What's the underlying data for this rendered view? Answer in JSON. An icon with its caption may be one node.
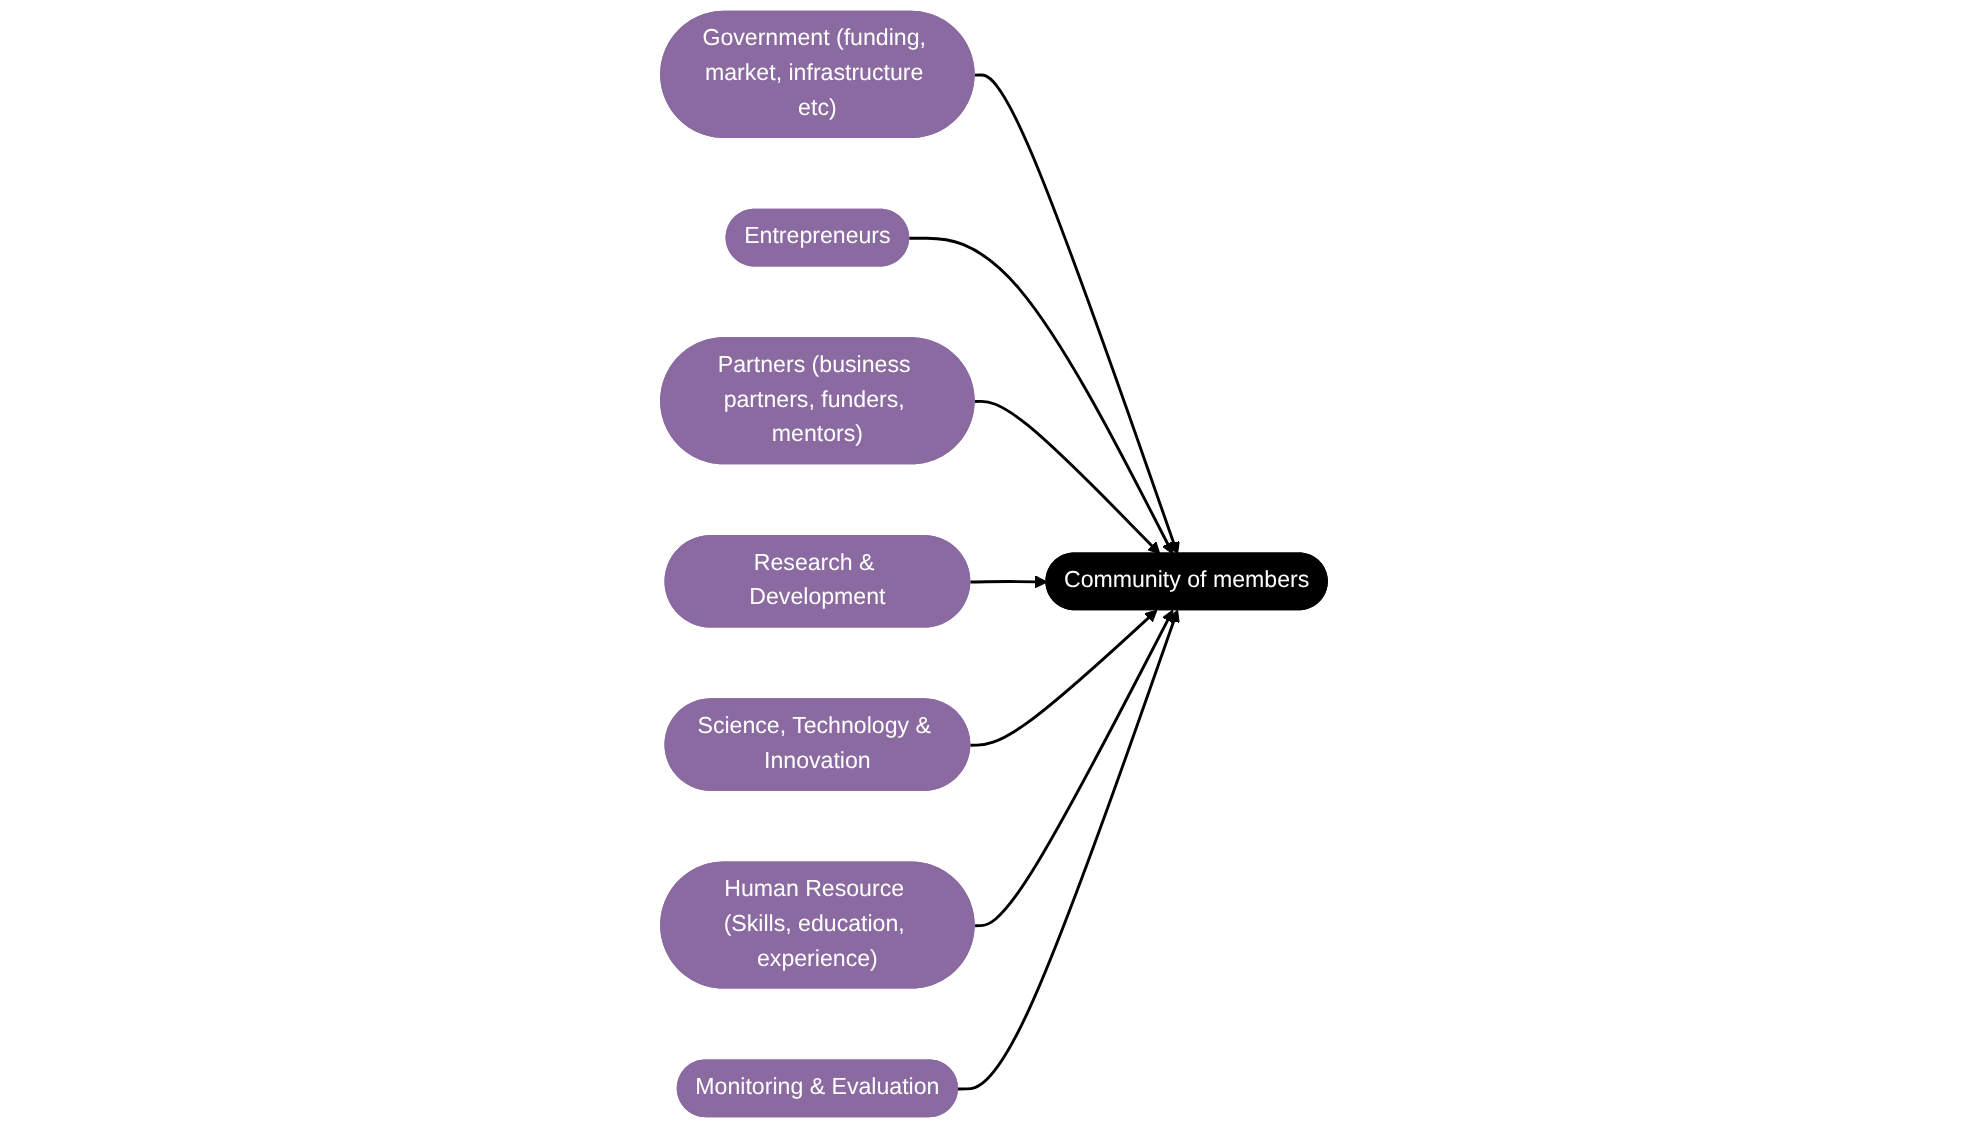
{
  "diagram": {
    "nodes": [
      {
        "text": [
          "Government (funding, market, infrastructure etc)"
        ]
      },
      {
        "text": [
          "Entrepreneurs"
        ]
      },
      {
        "text": [
          "Partners (business partners, funders, mentors)"
        ]
      },
      {
        "text": [
          "Community of members"
        ]
      },
      {
        "text": [
          "Research & Development"
        ]
      },
      {
        "text": [
          "Science, Technology & Innovation"
        ]
      },
      {
        "text": [
          "Human Resource (Skills, education, experience)"
        ]
      },
      {
        "text": [
          "Monitoring & Evaluation"
        ]
      }
    ],
    "edges": [
      {
        "from": 0,
        "to": 3,
        "arrow": "to"
      },
      {
        "from": 1,
        "to": 3,
        "arrow": "to"
      },
      {
        "from": 2,
        "to": 3,
        "arrow": "to"
      },
      {
        "from": 4,
        "to": 3,
        "arrow": "to"
      },
      {
        "from": 5,
        "to": 3,
        "arrow": "to"
      },
      {
        "from": 6,
        "to": 3,
        "arrow": "to"
      },
      {
        "from": 7,
        "to": 3,
        "arrow": "to"
      }
    ]
  }
}
